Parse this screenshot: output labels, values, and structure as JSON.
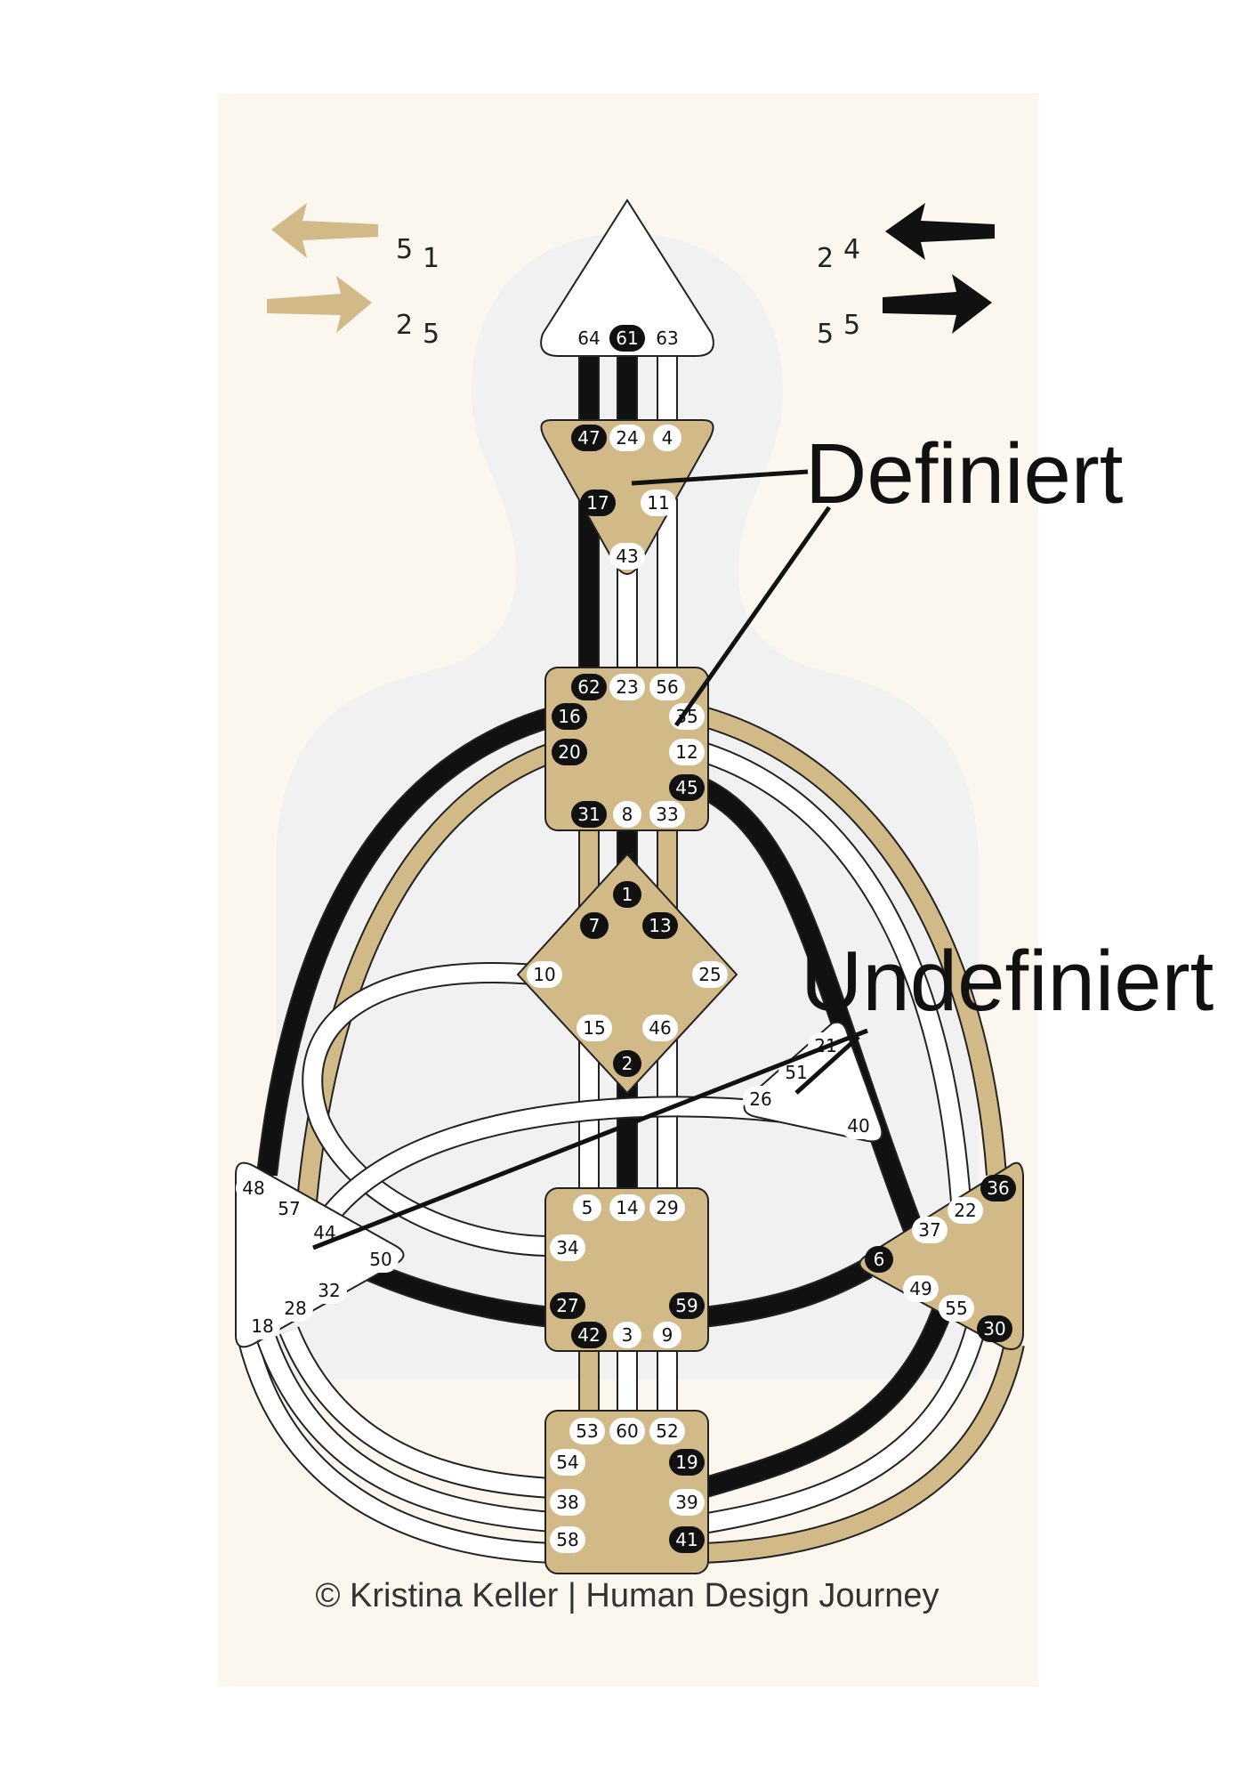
{
  "colors": {
    "page_bg": "#ffffff",
    "panel_bg": "#fbf7ee",
    "body_bg": "#f1f1f1",
    "defined": "#d2b988",
    "black": "#111111",
    "white": "#ffffff",
    "outline": "#222222"
  },
  "left_arrows": {
    "top": {
      "line": "5",
      "color": "1"
    },
    "bottom": {
      "line": "2",
      "color": "5"
    }
  },
  "right_arrows": {
    "top": {
      "line": "2",
      "color": "4"
    },
    "bottom": {
      "line": "5",
      "color": "5"
    }
  },
  "annotations": {
    "defined": "Definiert",
    "undefined": "Undefiniert"
  },
  "footer": "© Kristina Keller | Human Design Journey",
  "centers": [
    {
      "id": "head",
      "defined": false,
      "gates": [
        {
          "n": "64",
          "a": false
        },
        {
          "n": "61",
          "a": true
        },
        {
          "n": "63",
          "a": false
        }
      ]
    },
    {
      "id": "ajna",
      "defined": true,
      "gates": [
        {
          "n": "47",
          "a": true
        },
        {
          "n": "24",
          "a": false
        },
        {
          "n": "4",
          "a": false
        },
        {
          "n": "17",
          "a": true
        },
        {
          "n": "11",
          "a": false
        },
        {
          "n": "43",
          "a": false
        }
      ]
    },
    {
      "id": "throat",
      "defined": true,
      "gates": [
        {
          "n": "62",
          "a": true
        },
        {
          "n": "23",
          "a": false
        },
        {
          "n": "56",
          "a": false
        },
        {
          "n": "16",
          "a": true
        },
        {
          "n": "35",
          "a": false
        },
        {
          "n": "20",
          "a": true
        },
        {
          "n": "12",
          "a": false
        },
        {
          "n": "45",
          "a": true
        },
        {
          "n": "31",
          "a": true
        },
        {
          "n": "8",
          "a": false
        },
        {
          "n": "33",
          "a": false
        }
      ]
    },
    {
      "id": "g",
      "defined": true,
      "gates": [
        {
          "n": "1",
          "a": true
        },
        {
          "n": "7",
          "a": true
        },
        {
          "n": "13",
          "a": true
        },
        {
          "n": "10",
          "a": false
        },
        {
          "n": "25",
          "a": false
        },
        {
          "n": "15",
          "a": false
        },
        {
          "n": "46",
          "a": false
        },
        {
          "n": "2",
          "a": true
        }
      ]
    },
    {
      "id": "ego",
      "defined": false,
      "gates": [
        {
          "n": "21",
          "a": false
        },
        {
          "n": "51",
          "a": false
        },
        {
          "n": "26",
          "a": false
        },
        {
          "n": "40",
          "a": false
        }
      ]
    },
    {
      "id": "spleen",
      "defined": false,
      "gates": [
        {
          "n": "48",
          "a": false
        },
        {
          "n": "57",
          "a": false
        },
        {
          "n": "44",
          "a": false
        },
        {
          "n": "50",
          "a": false
        },
        {
          "n": "32",
          "a": false
        },
        {
          "n": "28",
          "a": false
        },
        {
          "n": "18",
          "a": false
        }
      ]
    },
    {
      "id": "sacral",
      "defined": true,
      "gates": [
        {
          "n": "5",
          "a": false
        },
        {
          "n": "14",
          "a": false
        },
        {
          "n": "29",
          "a": false
        },
        {
          "n": "34",
          "a": false
        },
        {
          "n": "27",
          "a": true
        },
        {
          "n": "59",
          "a": true
        },
        {
          "n": "42",
          "a": true
        },
        {
          "n": "3",
          "a": false
        },
        {
          "n": "9",
          "a": false
        }
      ]
    },
    {
      "id": "solar-plexus",
      "defined": true,
      "gates": [
        {
          "n": "36",
          "a": true
        },
        {
          "n": "22",
          "a": false
        },
        {
          "n": "37",
          "a": false
        },
        {
          "n": "6",
          "a": true
        },
        {
          "n": "49",
          "a": false
        },
        {
          "n": "55",
          "a": false
        },
        {
          "n": "30",
          "a": true
        }
      ]
    },
    {
      "id": "root",
      "defined": true,
      "gates": [
        {
          "n": "53",
          "a": false
        },
        {
          "n": "60",
          "a": false
        },
        {
          "n": "52",
          "a": false
        },
        {
          "n": "54",
          "a": false
        },
        {
          "n": "19",
          "a": true
        },
        {
          "n": "38",
          "a": false
        },
        {
          "n": "39",
          "a": false
        },
        {
          "n": "58",
          "a": false
        },
        {
          "n": "41",
          "a": true
        }
      ]
    }
  ]
}
